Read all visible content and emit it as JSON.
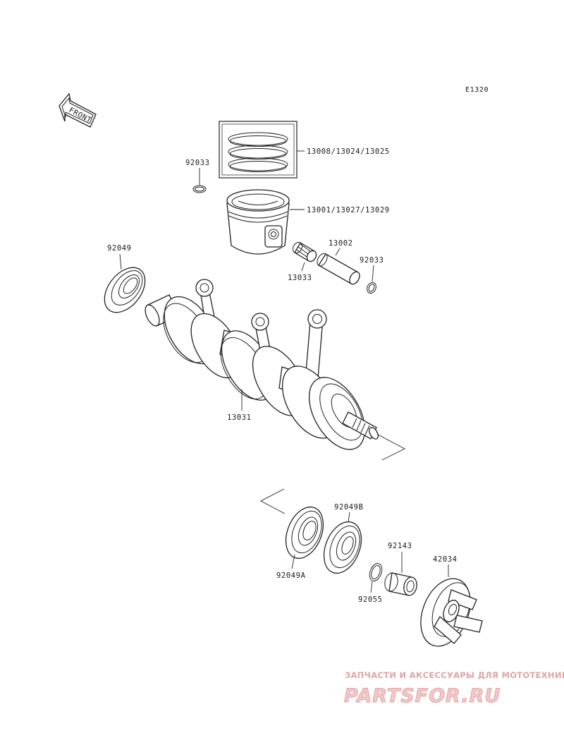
{
  "diagram": {
    "code": "E1320",
    "front_label": "FRONT",
    "parts": {
      "piston_rings": "13008/13024/13025",
      "piston": "13001/13027/13029",
      "circlip_left": "92033",
      "circlip_right": "92033",
      "needle_bearing": "13033",
      "piston_pin": "13002",
      "oil_seal_left": "92049",
      "crankshaft": "13031",
      "oil_seal_a": "92049A",
      "oil_seal_b": "92049B",
      "o_ring": "92055",
      "collar": "92143",
      "coupling": "42034"
    }
  },
  "watermark": {
    "tagline": "ЗАПЧАСТИ И АКСЕССУАРЫ ДЛЯ МОТОТЕХНИКИ",
    "brand": "PARTSFOR.RU"
  }
}
